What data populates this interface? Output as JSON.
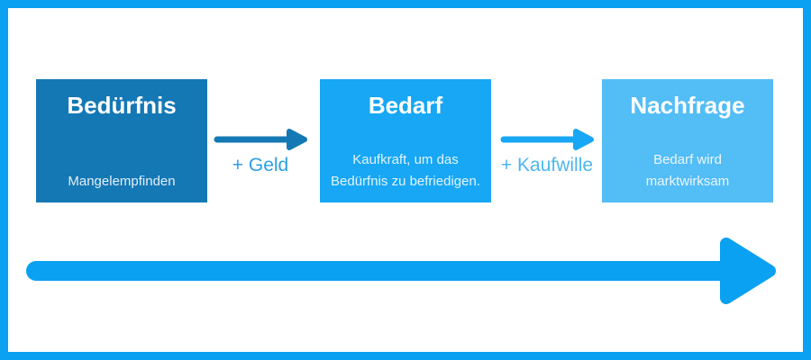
{
  "diagram": {
    "frame_color": "#0aa1f2",
    "stages": [
      {
        "title": "Bedürfnis",
        "subtitle": "Mangelempfinden",
        "color": "#1478b5"
      },
      {
        "title": "Bedarf",
        "subtitle": "Kaufkraft, um das Bedürfnis zu befriedigen.",
        "color": "#17a7f4"
      },
      {
        "title": "Nachfrage",
        "subtitle": "Bedarf wird marktwirksam",
        "color": "#53bdf6"
      }
    ],
    "connectors": [
      {
        "label": "+ Geld",
        "arrow_color": "#1478b5",
        "label_color": "#2d9fe2"
      },
      {
        "label": "+ Kaufwille",
        "arrow_color": "#17a7f4",
        "label_color": "#4db6f0"
      }
    ],
    "timeline_arrow_color": "#0aa1f2",
    "text_color": "#ffffff"
  }
}
